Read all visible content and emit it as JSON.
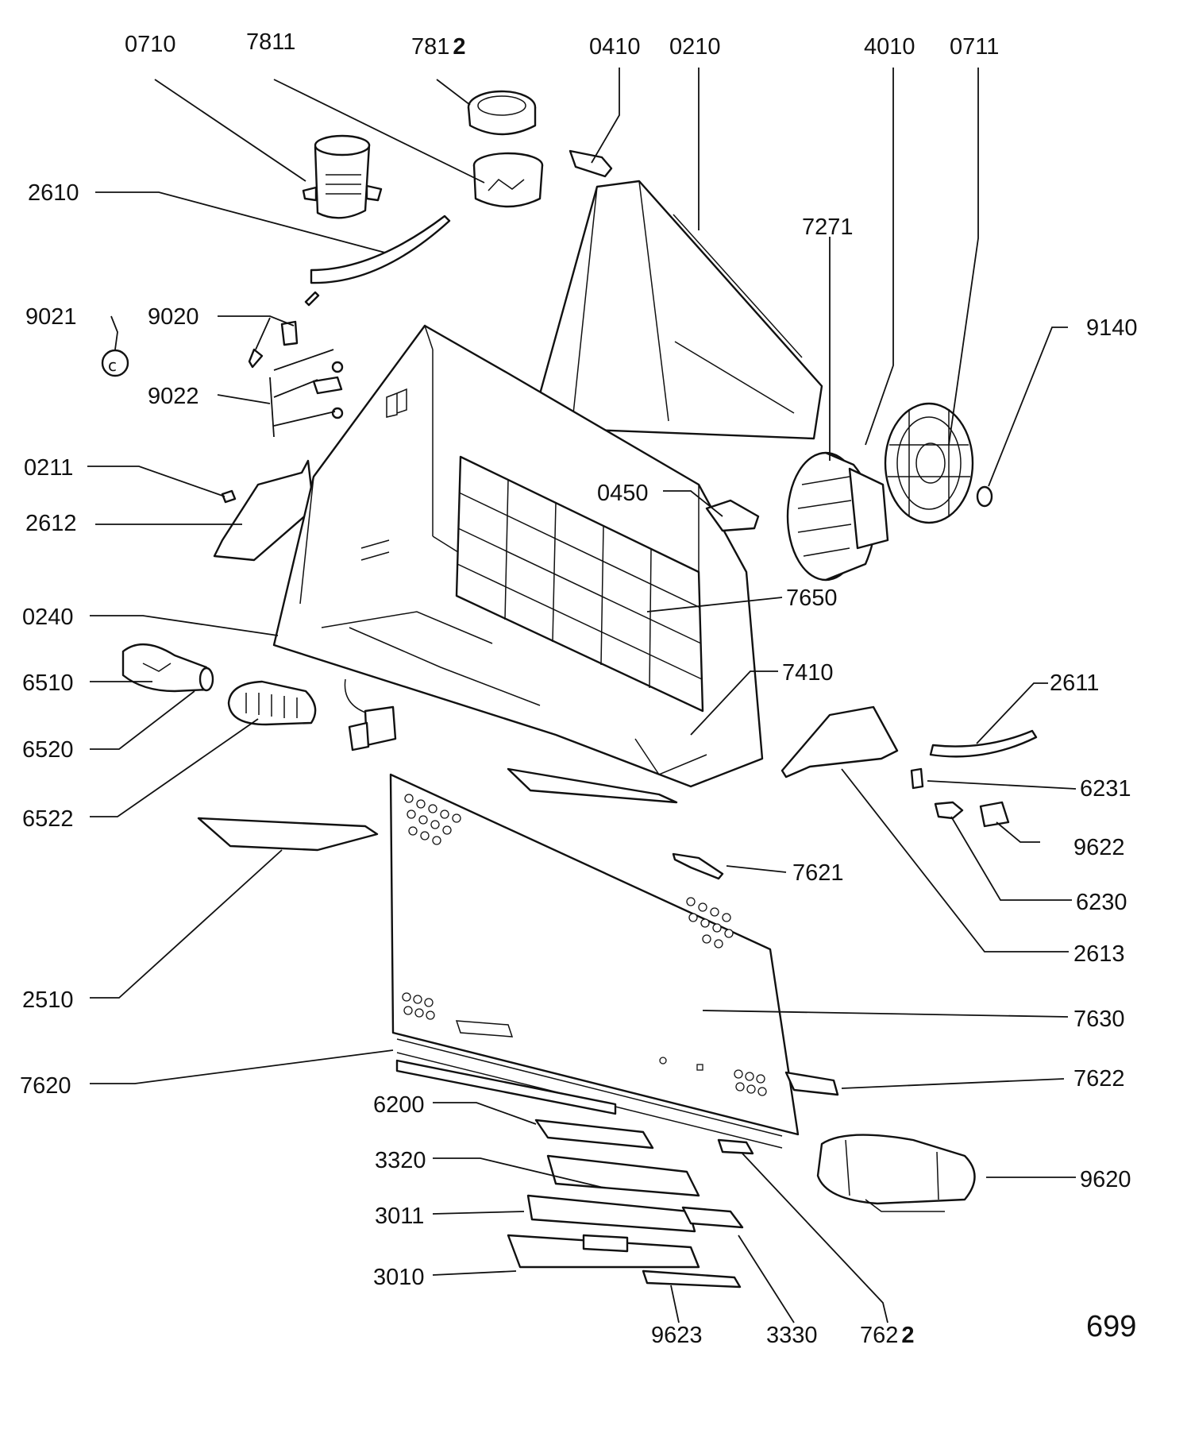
{
  "labels": {
    "l0710": "0710",
    "l7811": "7811",
    "l7812_a": "781",
    "l7812_b": "2",
    "l0410": "0410",
    "l0210": "0210",
    "l4010": "4010",
    "l0711": "0711",
    "l2610": "2610",
    "l7271": "7271",
    "l9021": "9021",
    "l9020": "9020",
    "l9140": "9140",
    "l9022": "9022",
    "l0211": "0211",
    "l0450": "0450",
    "l2612": "2612",
    "l7650": "7650",
    "l0240": "0240",
    "l7410": "7410",
    "l6510": "6510",
    "l2611": "2611",
    "l6520": "6520",
    "l6231": "6231",
    "l6522": "6522",
    "l9622": "9622",
    "l7621": "7621",
    "l6230": "6230",
    "l2613": "2613",
    "l2510": "2510",
    "l7630": "7630",
    "l7620": "7620",
    "l7622": "7622",
    "l6200": "6200",
    "l3320": "3320",
    "l9620": "9620",
    "l3011": "3011",
    "l3010": "3010",
    "l9623": "9623",
    "l3330": "3330",
    "l7622b_a": "762",
    "l7622b_b": "2",
    "page_number": "699"
  }
}
